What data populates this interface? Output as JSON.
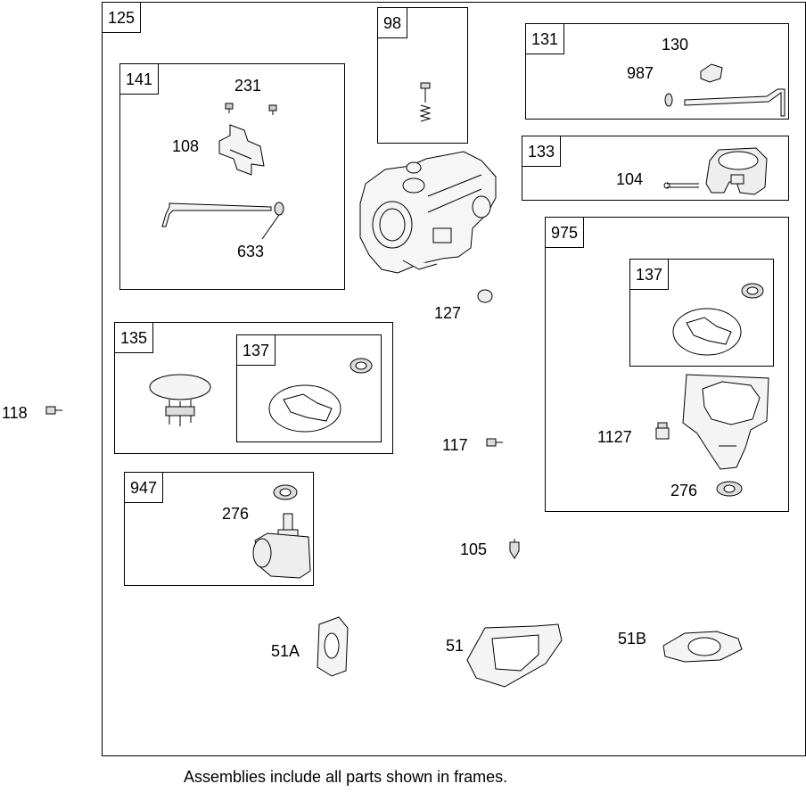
{
  "frames": {
    "f125": "125",
    "f141": "141",
    "f98": "98",
    "f131": "131",
    "f133": "133",
    "f975": "975",
    "f137a": "137",
    "f135": "135",
    "f137b": "137",
    "f947": "947"
  },
  "labels": {
    "p231": "231",
    "p108": "108",
    "p633": "633",
    "p130": "130",
    "p987": "987",
    "p104": "104",
    "p127": "127",
    "p118": "118",
    "p117": "117",
    "p1127": "1127",
    "p276a": "276",
    "p276b": "276",
    "p105": "105",
    "p51A": "51A",
    "p51": "51",
    "p51B": "51B"
  },
  "caption": "Assemblies include all parts shown in frames."
}
